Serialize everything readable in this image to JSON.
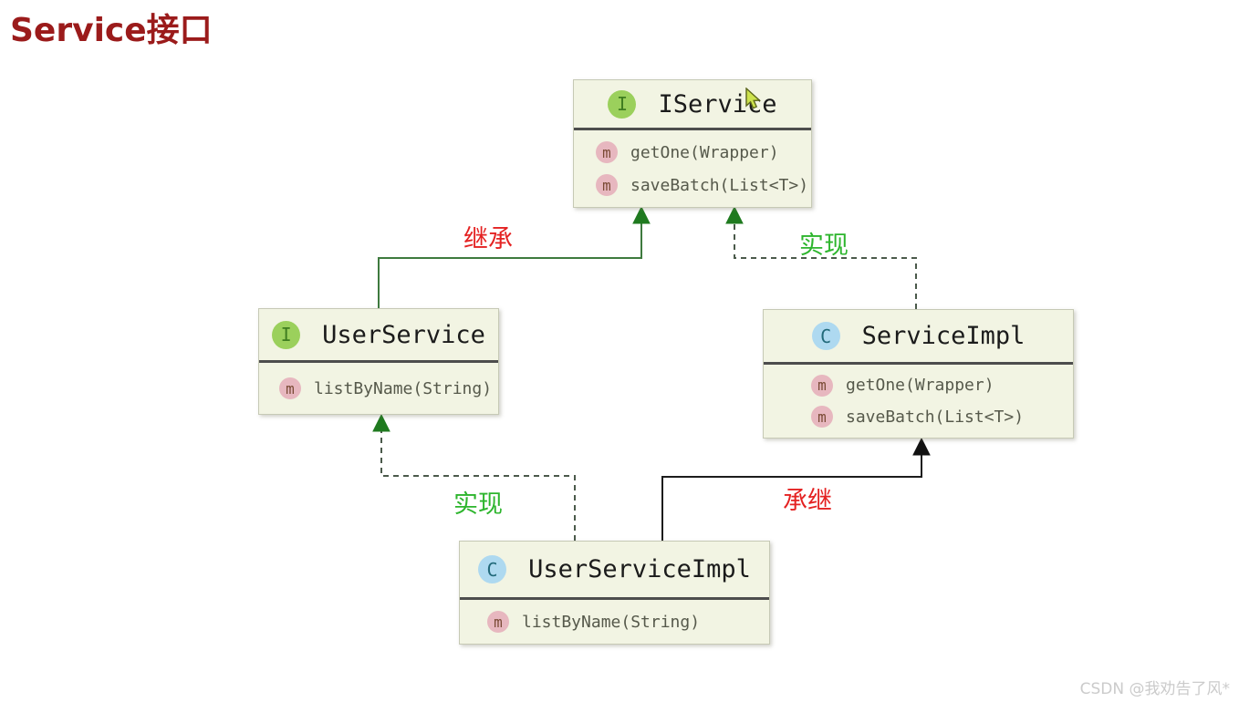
{
  "page": {
    "title": "Service接口",
    "watermark": "CSDN @我劝告了风*"
  },
  "colors": {
    "title_red": "#9b1b1b",
    "box_fill": "#f2f4e3",
    "box_border": "#c6c9b5",
    "divider": "#4d4d4d",
    "class_name_text": "#1b1b1b",
    "method_text": "#56594b",
    "interface_icon_bg": "#9bd05c",
    "interface_icon_fg": "#3f7d20",
    "class_icon_bg": "#aed9f0",
    "class_icon_fg": "#21697a",
    "method_icon_bg": "#e7b7bf",
    "method_icon_fg": "#7a4a35",
    "extends_line_green": "#3e7a3e",
    "extends_line_black": "#1c1c1c",
    "implements_dash": "#4b5a4b",
    "arrowhead_green": "#1f7a1f",
    "arrowhead_black": "#111111",
    "label_red": "#e42222",
    "label_green": "#2db52d",
    "watermark_gray": "#cbcbcb"
  },
  "icons": {
    "interface_glyph": "I",
    "class_glyph": "C",
    "method_glyph": "m"
  },
  "nodes": [
    {
      "id": "iservice",
      "kind": "interface",
      "icon": "I",
      "name": "IService",
      "methods": [
        "getOne(Wrapper)",
        "saveBatch(List<T>)"
      ]
    },
    {
      "id": "userservice",
      "kind": "interface",
      "icon": "I",
      "name": "UserService",
      "methods": [
        "listByName(String)"
      ]
    },
    {
      "id": "serviceimpl",
      "kind": "class",
      "icon": "C",
      "name": "ServiceImpl",
      "methods": [
        "getOne(Wrapper)",
        "saveBatch(List<T>)"
      ]
    },
    {
      "id": "userserviceimpl",
      "kind": "class",
      "icon": "C",
      "name": "UserServiceImpl",
      "methods": [
        "listByName(String)"
      ]
    }
  ],
  "edges": [
    {
      "from": "UserService",
      "to": "IService",
      "type": "extends",
      "line": "solid-green",
      "label": "继承",
      "label_color": "red"
    },
    {
      "from": "ServiceImpl",
      "to": "IService",
      "type": "implements",
      "line": "dashed",
      "label": "实现",
      "label_color": "green"
    },
    {
      "from": "UserServiceImpl",
      "to": "UserService",
      "type": "implements",
      "line": "dashed",
      "label": "实现",
      "label_color": "green"
    },
    {
      "from": "UserServiceImpl",
      "to": "ServiceImpl",
      "type": "extends",
      "line": "solid-black",
      "label": "承继",
      "label_color": "red"
    }
  ]
}
